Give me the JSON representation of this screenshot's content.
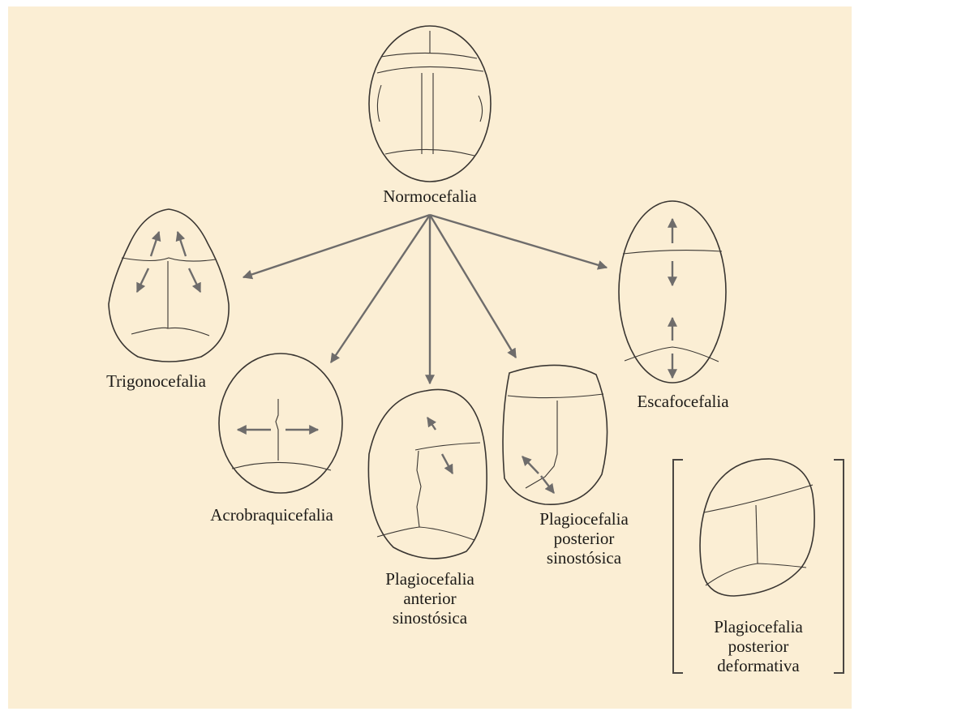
{
  "labels": {
    "normocefalia": "Normocefalia",
    "trigonocefalia": "Trigonocefalia",
    "acrobraquicefalia": "Acrobraquicefalia",
    "plagio_anterior": [
      "Plagiocefalia",
      "anterior",
      "sinostósica"
    ],
    "plagio_posterior_sin": [
      "Plagiocefalia",
      "posterior",
      "sinostósica"
    ],
    "escafocefalia": "Escafocefalia",
    "plagio_posterior_def": [
      "Plagiocefalia",
      "posterior",
      "deformativa"
    ]
  },
  "colors": {
    "background": "#fbeed4",
    "ink": "#3a3632",
    "arrow": "#6e6c6b",
    "text": "#1d1b18"
  }
}
